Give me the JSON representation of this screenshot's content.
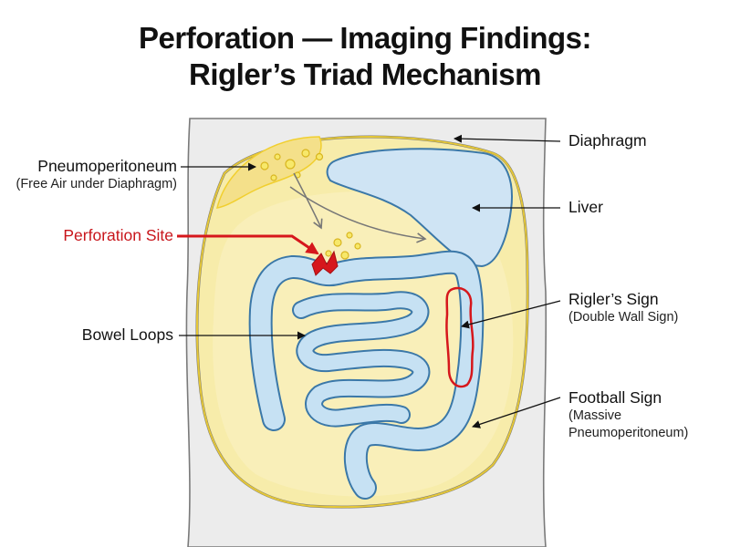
{
  "title": {
    "line1": "Perforation — Imaging Findings:",
    "line2": "Rigler’s Triad Mechanism"
  },
  "labels": {
    "diaphragm": "Diaphragm",
    "liver": "Liver",
    "pneumoperitoneum": "Pneumoperitoneum",
    "pneumoperitoneum_sub": "(Free Air under Diaphragm)",
    "perforation_site": "Perforation Site",
    "bowel_loops": "Bowel Loops",
    "riglers_sign": "Rigler’s Sign",
    "riglers_sign_sub": "(Double Wall Sign)",
    "football_sign": "Football Sign",
    "football_sign_sub1": "(Massive",
    "football_sign_sub2": "Pneumoperitoneum)"
  },
  "colors": {
    "body": "#ececec",
    "outline": "#6f6f6f",
    "free_air": "#f7ecaa",
    "free_air_border": "#f1cf2f",
    "bowel": "#c6e1f3",
    "bowel_border": "#3b78a8",
    "liver": "#cfe4f4",
    "perforation": "#d6171c",
    "bubbles": "#f7e86a"
  },
  "icons": [
    "perforation-tear-icon",
    "arrow-icon"
  ]
}
